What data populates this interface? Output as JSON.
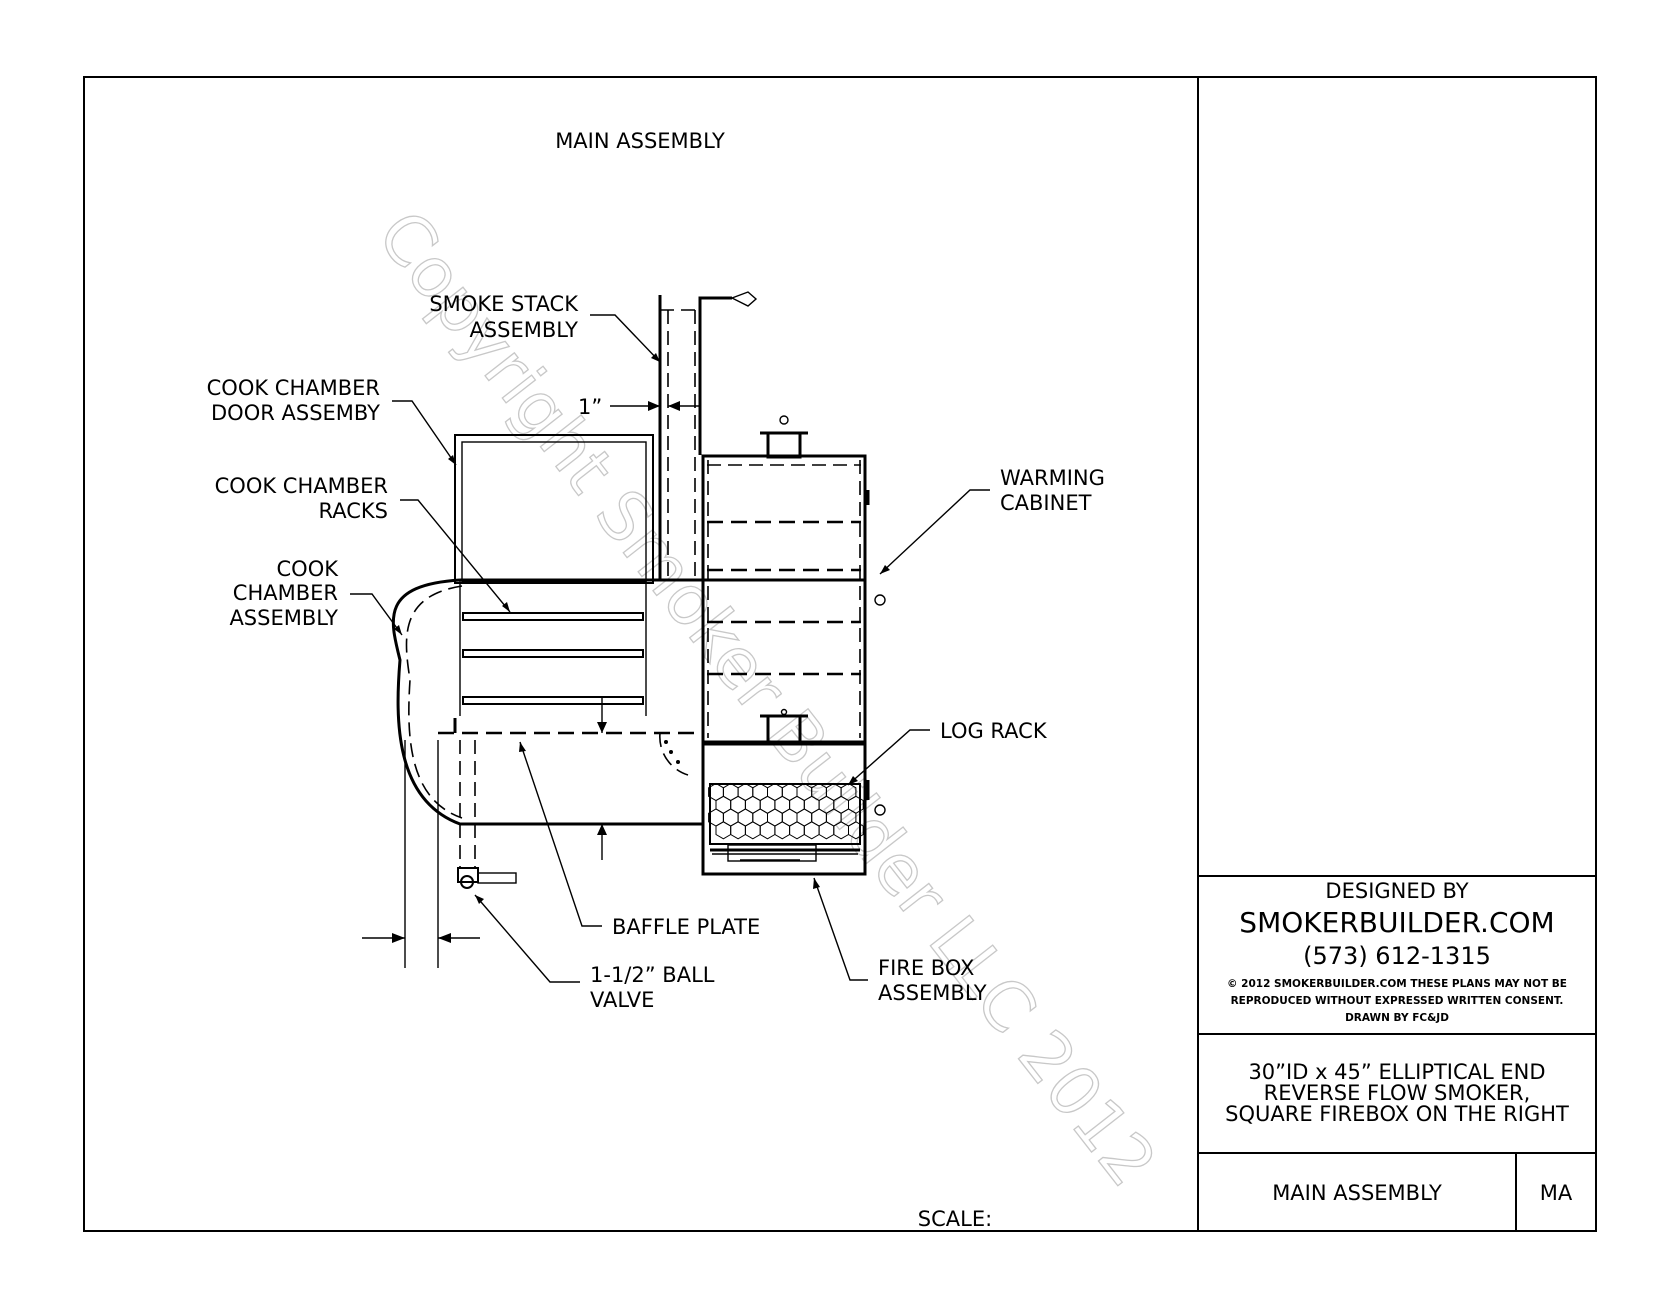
{
  "sheet": {
    "view_title": "MAIN ASSEMBLY",
    "scale_label": "SCALE:",
    "watermark": "Copyright Smoker Builder LLC 2012"
  },
  "callouts": {
    "smoke_stack": [
      "SMOKE STACK",
      "ASSEMBLY"
    ],
    "door": [
      "COOK CHAMBER",
      "DOOR ASSEMBY"
    ],
    "racks": [
      "COOK CHAMBER",
      "RACKS"
    ],
    "cook_chamber": [
      "COOK",
      "CHAMBER",
      "ASSEMBLY"
    ],
    "warming": [
      "WARMING",
      "CABINET"
    ],
    "log_rack": "LOG RACK",
    "baffle": "BAFFLE PLATE",
    "valve": [
      "1-1/2” BALL",
      "VALVE"
    ],
    "firebox": [
      "FIRE BOX",
      "ASSEMBLY"
    ],
    "dimension_1in": "1”"
  },
  "title_block": {
    "designed_by": "DESIGNED BY",
    "company": "SMOKERBUILDER.COM",
    "phone": "(573) 612-1315",
    "copyright_lines": [
      "© 2012 SMOKERBUILDER.COM THESE PLANS MAY NOT BE",
      "REPRODUCED WITHOUT EXPRESSED WRITTEN CONSENT.",
      "DRAWN BY FC&JD"
    ],
    "description_lines": [
      "30”ID x 45” ELLIPTICAL END",
      "REVERSE FLOW SMOKER,",
      "SQUARE FIREBOX ON THE RIGHT"
    ],
    "sheet_name": "MAIN ASSEMBLY",
    "sheet_code": "MA"
  }
}
